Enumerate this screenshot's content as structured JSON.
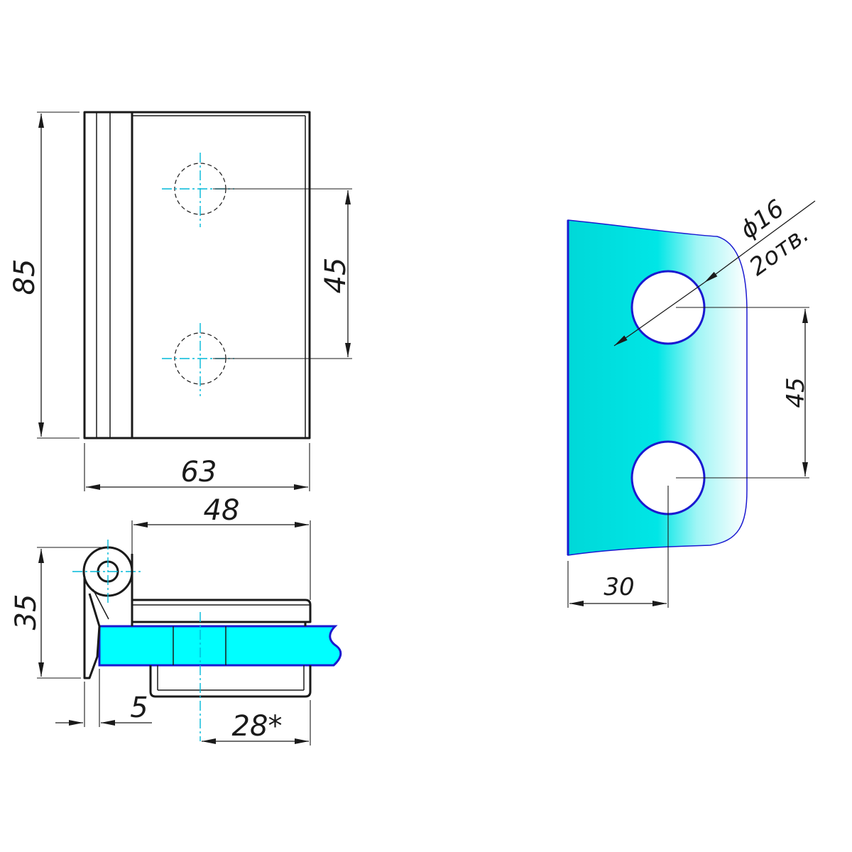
{
  "front_view": {
    "height_label": "85",
    "hole_spacing_label": "45",
    "width_label": "63"
  },
  "side_view": {
    "clamp_length_label": "48",
    "height_label": "35",
    "offset_label": "5",
    "glass_depth_label": "28*"
  },
  "glass_cutout": {
    "hole_diameter_label": "ϕ16",
    "hole_count_label": "2отв.",
    "hole_spacing_label": "45",
    "edge_distance_label": "30"
  },
  "colors": {
    "glass": "#00ffff",
    "glass_gradient_light": "#e8ffff",
    "hole_outline": "#1a1ad0",
    "centerline": "#00b8d8",
    "line": "#1a1a1a"
  }
}
